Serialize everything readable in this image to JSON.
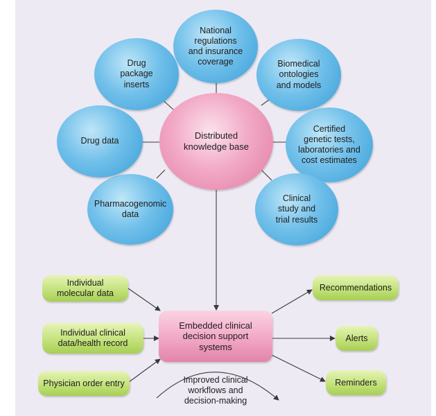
{
  "hub": {
    "label": "Distributed\nknowledge base"
  },
  "sources": [
    {
      "label": "National\nregulations\nand insurance\ncoverage"
    },
    {
      "label": "Biomedical\nontologies\nand models"
    },
    {
      "label": "Certified\ngenetic tests,\nlaboratories and\ncost estimates"
    },
    {
      "label": "Clinical\nstudy and\ntrial results"
    },
    {
      "label": "Pharmacogenomic\ndata"
    },
    {
      "label": "Drug data"
    },
    {
      "label": "Drug\npackage\ninserts"
    }
  ],
  "center_system": {
    "label": "Embedded clinical\ndecision support\nsystems"
  },
  "inputs": [
    {
      "label": "Individual\nmolecular data"
    },
    {
      "label": "Individual clinical\ndata/health record"
    },
    {
      "label": "Physician order entry"
    }
  ],
  "outputs": [
    {
      "label": "Recommendations"
    },
    {
      "label": "Alerts"
    },
    {
      "label": "Reminders"
    }
  ],
  "outcome": {
    "label": "Improved clinical\nworkflows and\ndecision-making"
  },
  "colors": {
    "background": "#eeeaf4",
    "source_circle": "#71c0ea",
    "hub_circle": "#f2a9c6",
    "input_output_box": "#c4e27c",
    "system_box": "#f0a3c2",
    "line": "#3a3a3a"
  }
}
